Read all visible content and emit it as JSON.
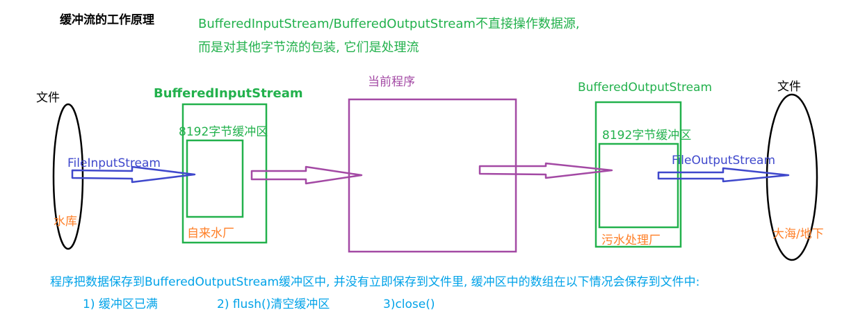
{
  "title": "缓冲流的工作原理",
  "note": {
    "line1": "BufferedInputStream/BufferedOutputStream不直接操作数据源,",
    "line2": "而是对其他字节流的包装, 它们是处理流"
  },
  "source": {
    "label": "文件",
    "sublabel": "水库"
  },
  "input_stream": {
    "name": "BufferedInputStream",
    "buffer_label": "8192字节缓冲区",
    "sublabel": "自来水厂",
    "arrow_label": "FileInputStream"
  },
  "program": {
    "label": "当前程序"
  },
  "output_stream": {
    "name": "BufferedOutputStream",
    "buffer_label": "8192字节缓冲区",
    "sublabel": "污水处理厂",
    "arrow_label": "FileOutputStream"
  },
  "target": {
    "label": "文件",
    "sublabel": "大海/地下"
  },
  "bottom": {
    "line1": "程序把数据保存到BufferedOutputStream缓冲区中, 并没有立即保存到文件里, 缓冲区中的数组在以下情况会保存到文件中:",
    "cases": [
      "1) 缓冲区已满",
      "2) flush()清空缓冲区",
      "3)close()"
    ]
  },
  "colors": {
    "green": "#22b14c",
    "purple": "#a349a4",
    "blue": "#3f48cc",
    "orange": "#ff7f27",
    "cyan": "#00a2e8",
    "black": "#000000"
  }
}
